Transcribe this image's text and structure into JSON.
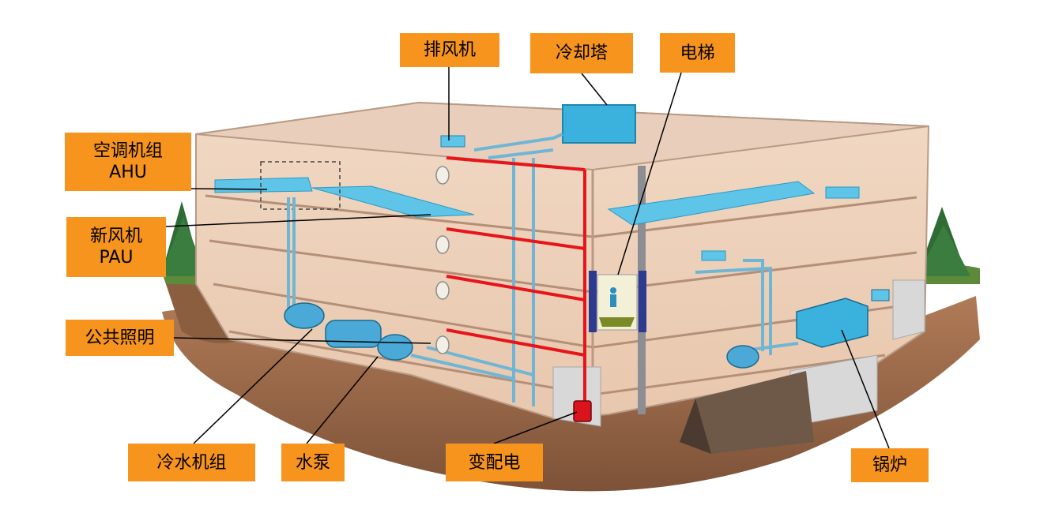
{
  "colors": {
    "label_bg": "#f7941d",
    "label_text": "#000000",
    "wall": "#f0d6c0",
    "duct": "#5ec4e8",
    "pipe": "#6fb6d6",
    "power_line": "#e8141b",
    "soil": "#9b6c4e"
  },
  "labels": {
    "exhaust_fan": "排风机",
    "cooling_tower": "冷却塔",
    "elevator": "电梯",
    "ahu_line1": "空调机组",
    "ahu_line2": "AHU",
    "pau_line1": "新风机",
    "pau_line2": "PAU",
    "public_lighting": "公共照明",
    "chiller": "冷水机组",
    "water_pump": "水泵",
    "substation": "变配电",
    "boiler": "锅炉"
  }
}
